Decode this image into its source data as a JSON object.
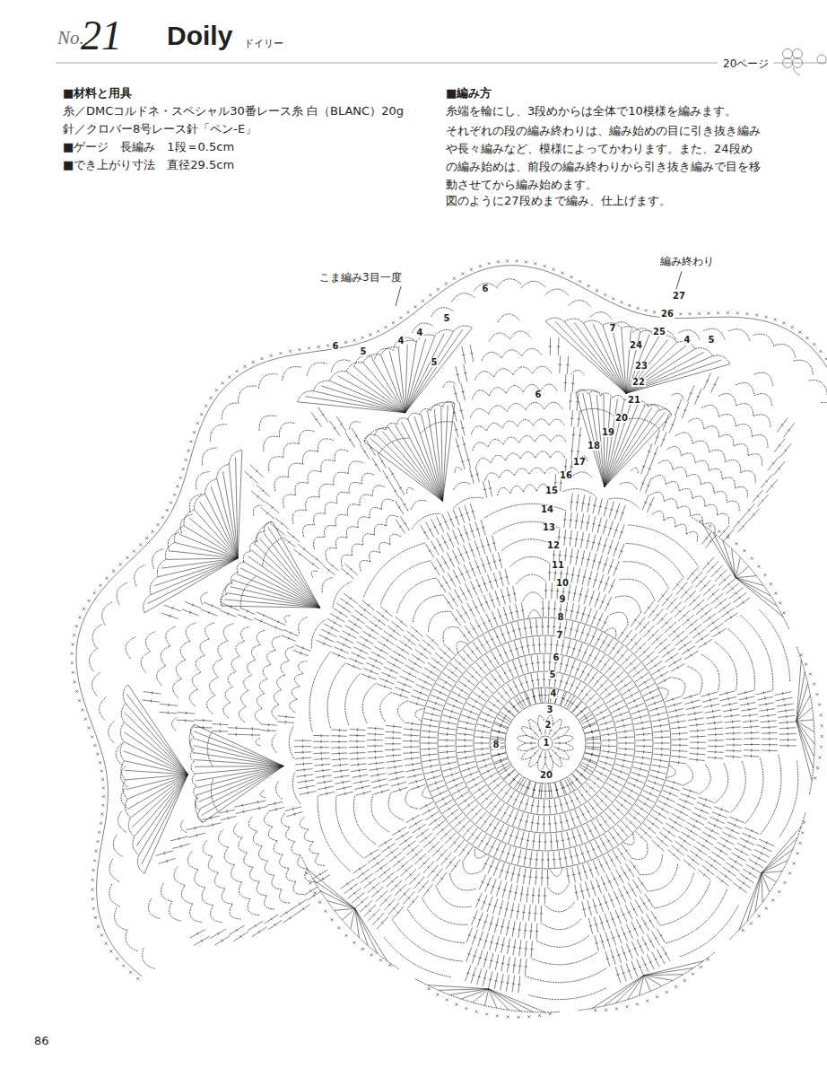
{
  "diagram": {
    "title": "Doily",
    "labels": [
      "No.",
      "21",
      "ドイリー",
      "20ページ",
      "■材料と用具",
      "糸／DMCコルドネ・スペシャル30番レース糸 白（BLANC）20g",
      "針／クロバー8号レース針「ペン-E」",
      "■ゲージ　長編み　1段＝0.5cm",
      "■でき上がり寸法　直径29.5cm",
      "■編み方",
      "糸端を輪にし、3段めからは全体で10模様を編みます。",
      "それぞれの段の編み終わりは、編み始めの目に引き抜き編みや長々編みなど、模様によってかわります。また、24段めの編み始めは、前段の編み終わりから引き抜き編みで目を移動させてから編み始めます。",
      "図のように27段めまで編み、仕上げます。",
      "こま編み3目一度",
      "編み終わり",
      "86",
      "1",
      "2",
      "3",
      "4",
      "5",
      "6",
      "7",
      "8",
      "9",
      "10",
      "11",
      "12",
      "13",
      "14",
      "15",
      "16",
      "17",
      "18",
      "19",
      "20",
      "21",
      "22",
      "23",
      "24",
      "25",
      "26",
      "27",
      "6",
      "5",
      "4",
      "5",
      "4",
      "6",
      "5",
      "4",
      "5",
      "7",
      "6",
      "8",
      "20"
    ]
  }
}
